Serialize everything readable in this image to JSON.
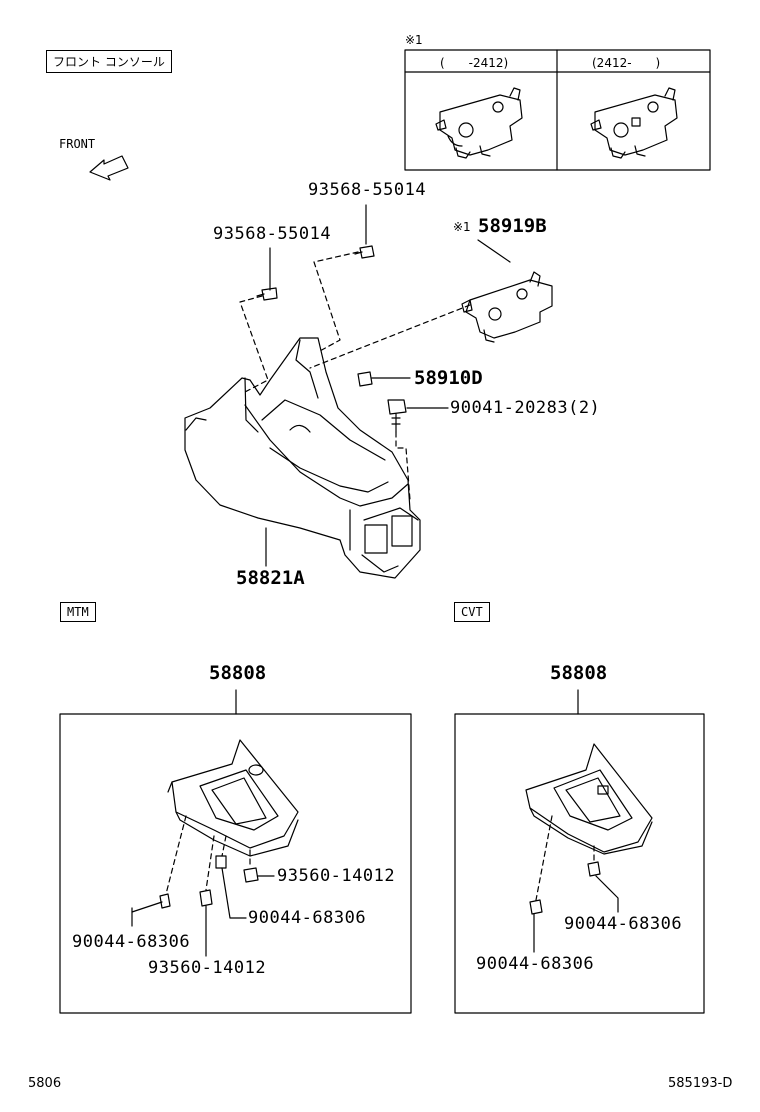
{
  "title_box": "フロント コンソール",
  "front_label": "FRONT",
  "note_mark": "※1",
  "variant_table": {
    "mark": "※1",
    "col1": "(　　-2412)",
    "col2": "(2412-　　)"
  },
  "parts": {
    "p1": "93568-55014",
    "p2": "93568-55014",
    "p3": "58919B",
    "p3_mark": "※1",
    "p4": "58910D",
    "p5": "90041-20283(2)",
    "p6": "58821A"
  },
  "mtm": {
    "tag": "MTM",
    "assembly": "58808",
    "a": "93560-14012",
    "b": "90044-68306",
    "c": "90044-68306",
    "d": "93560-14012"
  },
  "cvt": {
    "tag": "CVT",
    "assembly": "58808",
    "a": "90044-68306",
    "b": "90044-68306"
  },
  "footer": {
    "left": "5806",
    "right": "585193-D"
  }
}
